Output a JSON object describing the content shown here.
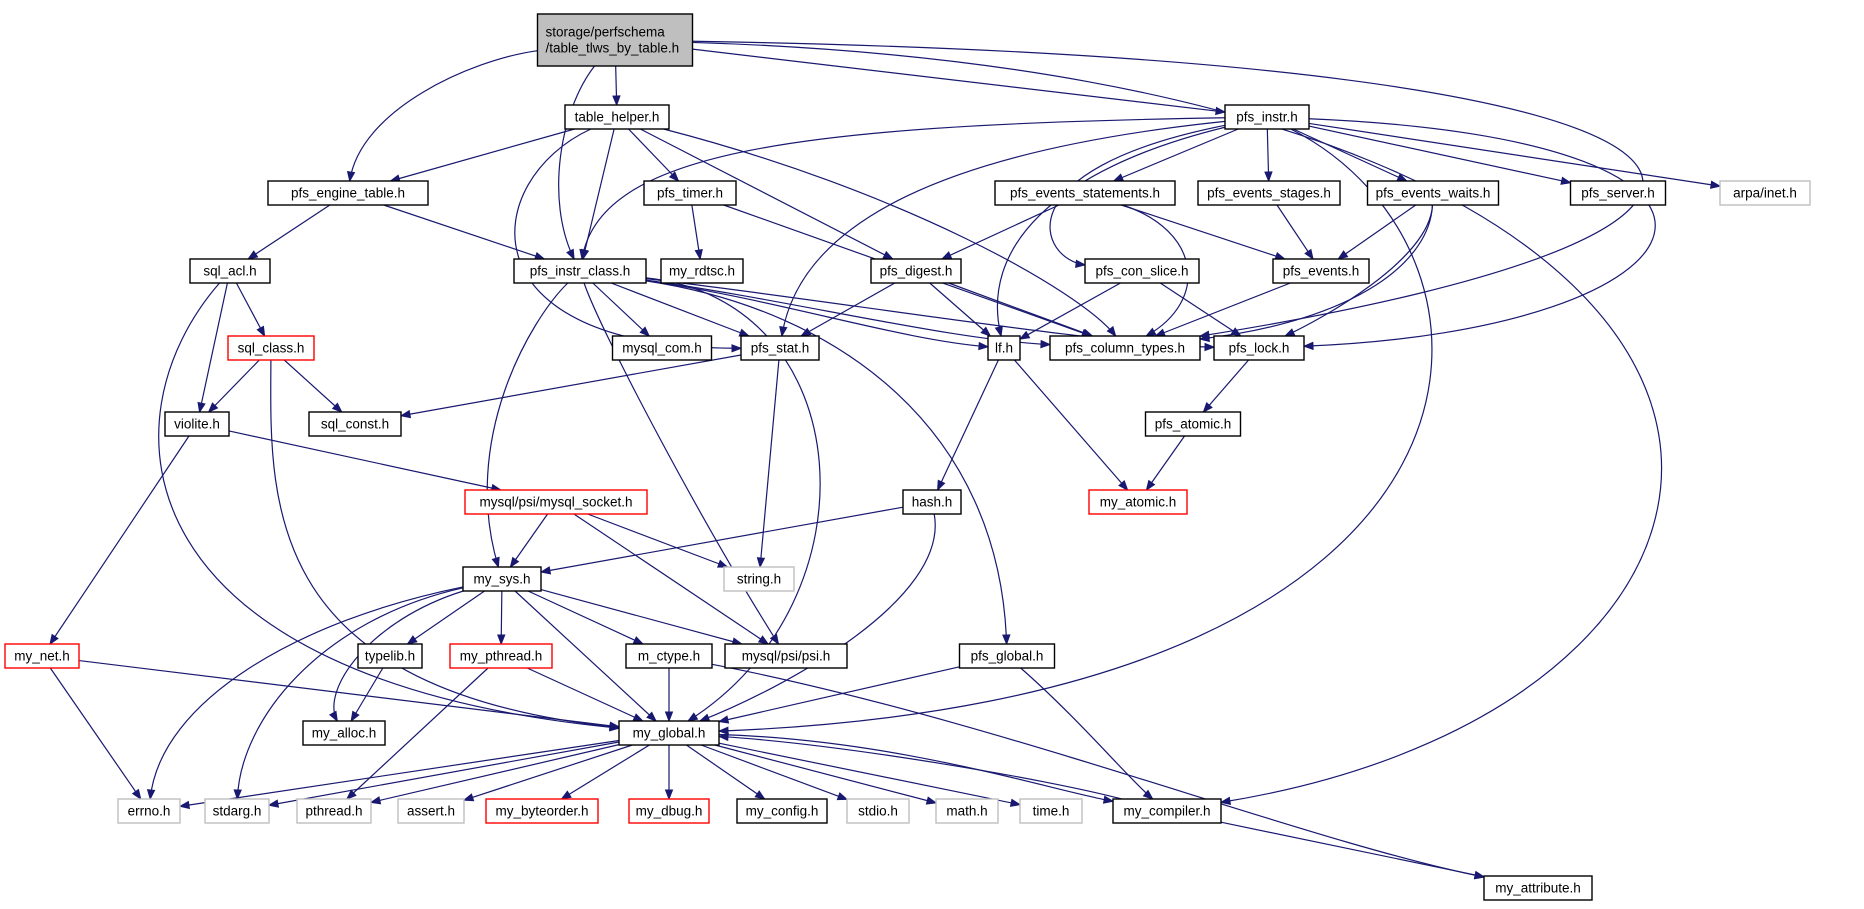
{
  "colors": {
    "edge": "#191970",
    "box_normal": "#000000",
    "box_truncated": "#ff0000",
    "box_external": "#bfbfbf",
    "root_fill": "#bfbfbf"
  },
  "nodes": [
    {
      "id": "root",
      "lines": [
        "storage/perfschema",
        "/table_tlws_by_table.h"
      ],
      "style": "root"
    },
    {
      "id": "table_helper",
      "lines": [
        "table_helper.h"
      ],
      "style": "normal"
    },
    {
      "id": "pfs_instr",
      "lines": [
        "pfs_instr.h"
      ],
      "style": "normal"
    },
    {
      "id": "pfs_engine_table",
      "lines": [
        "pfs_engine_table.h"
      ],
      "style": "normal"
    },
    {
      "id": "pfs_timer",
      "lines": [
        "pfs_timer.h"
      ],
      "style": "normal"
    },
    {
      "id": "pfs_events_statements",
      "lines": [
        "pfs_events_statements.h"
      ],
      "style": "normal"
    },
    {
      "id": "pfs_events_stages",
      "lines": [
        "pfs_events_stages.h"
      ],
      "style": "normal"
    },
    {
      "id": "pfs_events_waits",
      "lines": [
        "pfs_events_waits.h"
      ],
      "style": "normal"
    },
    {
      "id": "pfs_server",
      "lines": [
        "pfs_server.h"
      ],
      "style": "normal"
    },
    {
      "id": "arpa_inet",
      "lines": [
        "arpa/inet.h"
      ],
      "style": "external"
    },
    {
      "id": "sql_acl",
      "lines": [
        "sql_acl.h"
      ],
      "style": "normal"
    },
    {
      "id": "pfs_instr_class",
      "lines": [
        "pfs_instr_class.h"
      ],
      "style": "normal"
    },
    {
      "id": "my_rdtsc",
      "lines": [
        "my_rdtsc.h"
      ],
      "style": "normal"
    },
    {
      "id": "pfs_digest",
      "lines": [
        "pfs_digest.h"
      ],
      "style": "normal"
    },
    {
      "id": "pfs_con_slice",
      "lines": [
        "pfs_con_slice.h"
      ],
      "style": "normal"
    },
    {
      "id": "pfs_events",
      "lines": [
        "pfs_events.h"
      ],
      "style": "normal"
    },
    {
      "id": "sql_class",
      "lines": [
        "sql_class.h"
      ],
      "style": "truncated"
    },
    {
      "id": "mysql_com",
      "lines": [
        "mysql_com.h"
      ],
      "style": "normal"
    },
    {
      "id": "pfs_stat",
      "lines": [
        "pfs_stat.h"
      ],
      "style": "normal"
    },
    {
      "id": "lf",
      "lines": [
        "lf.h"
      ],
      "style": "normal"
    },
    {
      "id": "pfs_column_types",
      "lines": [
        "pfs_column_types.h"
      ],
      "style": "normal"
    },
    {
      "id": "pfs_lock",
      "lines": [
        "pfs_lock.h"
      ],
      "style": "normal"
    },
    {
      "id": "violite",
      "lines": [
        "violite.h"
      ],
      "style": "normal"
    },
    {
      "id": "sql_const",
      "lines": [
        "sql_const.h"
      ],
      "style": "normal"
    },
    {
      "id": "pfs_atomic",
      "lines": [
        "pfs_atomic.h"
      ],
      "style": "normal"
    },
    {
      "id": "mysql_socket",
      "lines": [
        "mysql/psi/mysql_socket.h"
      ],
      "style": "truncated"
    },
    {
      "id": "hash",
      "lines": [
        "hash.h"
      ],
      "style": "normal"
    },
    {
      "id": "my_atomic",
      "lines": [
        "my_atomic.h"
      ],
      "style": "truncated"
    },
    {
      "id": "my_sys",
      "lines": [
        "my_sys.h"
      ],
      "style": "normal"
    },
    {
      "id": "string",
      "lines": [
        "string.h"
      ],
      "style": "external"
    },
    {
      "id": "my_net",
      "lines": [
        "my_net.h"
      ],
      "style": "truncated"
    },
    {
      "id": "typelib",
      "lines": [
        "typelib.h"
      ],
      "style": "normal"
    },
    {
      "id": "my_pthread",
      "lines": [
        "my_pthread.h"
      ],
      "style": "truncated"
    },
    {
      "id": "m_ctype",
      "lines": [
        "m_ctype.h"
      ],
      "style": "normal"
    },
    {
      "id": "psi",
      "lines": [
        "mysql/psi/psi.h"
      ],
      "style": "normal"
    },
    {
      "id": "pfs_global",
      "lines": [
        "pfs_global.h"
      ],
      "style": "normal"
    },
    {
      "id": "my_alloc",
      "lines": [
        "my_alloc.h"
      ],
      "style": "normal"
    },
    {
      "id": "my_global",
      "lines": [
        "my_global.h"
      ],
      "style": "normal"
    },
    {
      "id": "errno",
      "lines": [
        "errno.h"
      ],
      "style": "external"
    },
    {
      "id": "stdarg",
      "lines": [
        "stdarg.h"
      ],
      "style": "external"
    },
    {
      "id": "pthread",
      "lines": [
        "pthread.h"
      ],
      "style": "external"
    },
    {
      "id": "assert",
      "lines": [
        "assert.h"
      ],
      "style": "external"
    },
    {
      "id": "my_byteorder",
      "lines": [
        "my_byteorder.h"
      ],
      "style": "truncated"
    },
    {
      "id": "my_dbug",
      "lines": [
        "my_dbug.h"
      ],
      "style": "truncated"
    },
    {
      "id": "my_config",
      "lines": [
        "my_config.h"
      ],
      "style": "normal"
    },
    {
      "id": "stdio",
      "lines": [
        "stdio.h"
      ],
      "style": "external"
    },
    {
      "id": "math",
      "lines": [
        "math.h"
      ],
      "style": "external"
    },
    {
      "id": "time",
      "lines": [
        "time.h"
      ],
      "style": "external"
    },
    {
      "id": "my_compiler",
      "lines": [
        "my_compiler.h"
      ],
      "style": "normal"
    },
    {
      "id": "my_attribute",
      "lines": [
        "my_attribute.h"
      ],
      "style": "normal"
    }
  ],
  "edges": [
    [
      "root",
      "table_helper"
    ],
    [
      "root",
      "pfs_instr"
    ],
    [
      "root",
      "pfs_engine_table"
    ],
    [
      "root",
      "pfs_instr_class"
    ],
    [
      "root",
      "pfs_column_types"
    ],
    [
      "root",
      "my_compiler"
    ],
    [
      "table_helper",
      "pfs_engine_table"
    ],
    [
      "table_helper",
      "pfs_instr_class"
    ],
    [
      "table_helper",
      "pfs_timer"
    ],
    [
      "table_helper",
      "pfs_digest"
    ],
    [
      "table_helper",
      "pfs_column_types"
    ],
    [
      "table_helper",
      "pfs_stat"
    ],
    [
      "pfs_instr",
      "pfs_instr_class"
    ],
    [
      "pfs_instr",
      "pfs_events_statements"
    ],
    [
      "pfs_instr",
      "pfs_events_stages"
    ],
    [
      "pfs_instr",
      "pfs_events_waits"
    ],
    [
      "pfs_instr",
      "pfs_server"
    ],
    [
      "pfs_instr",
      "arpa_inet"
    ],
    [
      "pfs_instr",
      "pfs_con_slice"
    ],
    [
      "pfs_instr",
      "pfs_stat"
    ],
    [
      "pfs_instr",
      "lf"
    ],
    [
      "pfs_instr",
      "pfs_lock"
    ],
    [
      "pfs_instr",
      "my_global"
    ],
    [
      "pfs_engine_table",
      "sql_acl"
    ],
    [
      "pfs_engine_table",
      "pfs_instr_class"
    ],
    [
      "pfs_timer",
      "my_rdtsc"
    ],
    [
      "pfs_timer",
      "pfs_column_types"
    ],
    [
      "pfs_events_statements",
      "pfs_digest"
    ],
    [
      "pfs_events_statements",
      "pfs_events"
    ],
    [
      "pfs_events_statements",
      "pfs_column_types"
    ],
    [
      "pfs_events_stages",
      "pfs_events"
    ],
    [
      "pfs_events_waits",
      "pfs_events"
    ],
    [
      "pfs_events_waits",
      "pfs_column_types"
    ],
    [
      "pfs_events_waits",
      "pfs_lock"
    ],
    [
      "sql_acl",
      "sql_class"
    ],
    [
      "sql_acl",
      "violite"
    ],
    [
      "sql_acl",
      "my_global"
    ],
    [
      "pfs_instr_class",
      "mysql_com"
    ],
    [
      "pfs_instr_class",
      "pfs_stat"
    ],
    [
      "pfs_instr_class",
      "lf"
    ],
    [
      "pfs_instr_class",
      "pfs_column_types"
    ],
    [
      "pfs_instr_class",
      "pfs_lock"
    ],
    [
      "pfs_instr_class",
      "my_sys"
    ],
    [
      "pfs_instr_class",
      "psi"
    ],
    [
      "pfs_instr_class",
      "pfs_global"
    ],
    [
      "pfs_instr_class",
      "my_global"
    ],
    [
      "pfs_digest",
      "pfs_stat"
    ],
    [
      "pfs_digest",
      "lf"
    ],
    [
      "pfs_digest",
      "pfs_column_types"
    ],
    [
      "pfs_con_slice",
      "lf"
    ],
    [
      "pfs_con_slice",
      "pfs_lock"
    ],
    [
      "pfs_events",
      "pfs_column_types"
    ],
    [
      "sql_class",
      "violite"
    ],
    [
      "sql_class",
      "sql_const"
    ],
    [
      "sql_class",
      "my_global"
    ],
    [
      "pfs_stat",
      "sql_const"
    ],
    [
      "pfs_stat",
      "string"
    ],
    [
      "lf",
      "hash"
    ],
    [
      "lf",
      "my_atomic"
    ],
    [
      "pfs_lock",
      "pfs_atomic"
    ],
    [
      "pfs_atomic",
      "my_atomic"
    ],
    [
      "violite",
      "mysql_socket"
    ],
    [
      "violite",
      "my_net"
    ],
    [
      "mysql_socket",
      "my_sys"
    ],
    [
      "mysql_socket",
      "string"
    ],
    [
      "mysql_socket",
      "psi"
    ],
    [
      "hash",
      "my_sys"
    ],
    [
      "hash",
      "my_global"
    ],
    [
      "my_sys",
      "typelib"
    ],
    [
      "my_sys",
      "my_pthread"
    ],
    [
      "my_sys",
      "m_ctype"
    ],
    [
      "my_sys",
      "psi"
    ],
    [
      "my_sys",
      "my_alloc"
    ],
    [
      "my_sys",
      "my_global"
    ],
    [
      "my_sys",
      "errno"
    ],
    [
      "my_sys",
      "stdarg"
    ],
    [
      "my_net",
      "my_global"
    ],
    [
      "my_net",
      "errno"
    ],
    [
      "typelib",
      "my_alloc"
    ],
    [
      "my_pthread",
      "my_global"
    ],
    [
      "my_pthread",
      "pthread"
    ],
    [
      "m_ctype",
      "my_global"
    ],
    [
      "m_ctype",
      "my_attribute"
    ],
    [
      "pfs_global",
      "my_global"
    ],
    [
      "pfs_global",
      "my_compiler"
    ],
    [
      "my_global",
      "errno"
    ],
    [
      "my_global",
      "stdarg"
    ],
    [
      "my_global",
      "pthread"
    ],
    [
      "my_global",
      "assert"
    ],
    [
      "my_global",
      "my_byteorder"
    ],
    [
      "my_global",
      "my_dbug"
    ],
    [
      "my_global",
      "my_config"
    ],
    [
      "my_global",
      "stdio"
    ],
    [
      "my_global",
      "math"
    ],
    [
      "my_global",
      "time"
    ],
    [
      "my_global",
      "my_compiler"
    ],
    [
      "my_compiler",
      "my_global"
    ],
    [
      "my_compiler",
      "my_attribute"
    ]
  ]
}
